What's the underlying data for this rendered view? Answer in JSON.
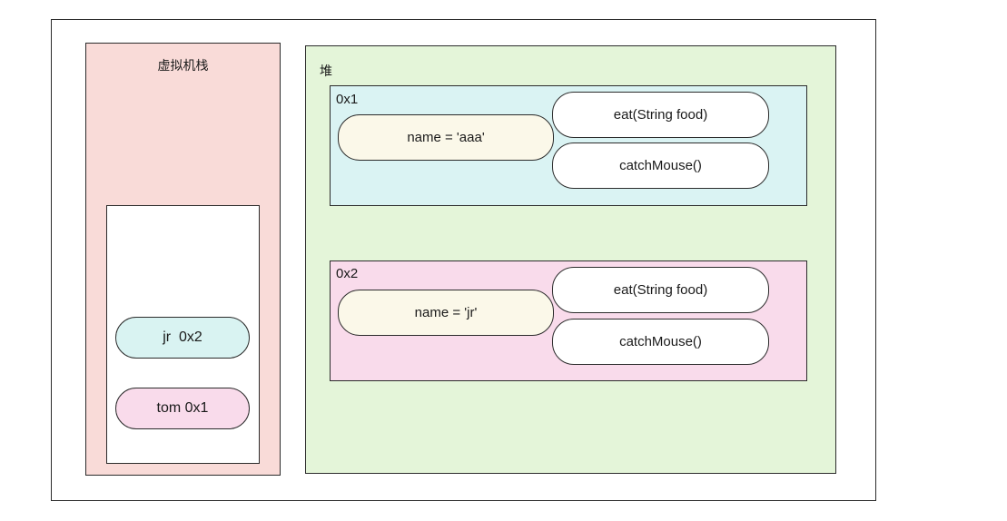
{
  "stack": {
    "title": "虚拟机栈",
    "variables": [
      {
        "label": "jr  0x2",
        "color": "#d9f3f2"
      },
      {
        "label": "tom 0x1",
        "color": "#f9dbeb"
      }
    ]
  },
  "heap": {
    "title": "堆",
    "objects": [
      {
        "address": "0x1",
        "field": "name = 'aaa'",
        "methods": [
          "eat(String food)",
          "catchMouse()"
        ],
        "color": "#daf3f3"
      },
      {
        "address": "0x2",
        "field": "name = 'jr'",
        "methods": [
          "eat(String food)",
          "catchMouse()"
        ],
        "color": "#f9dbeb"
      }
    ]
  },
  "colors": {
    "stack_panel": "#f9dbd8",
    "heap_panel": "#e4f5d9",
    "field_fill": "#fbf8e9",
    "border": "#2b2b2b"
  }
}
